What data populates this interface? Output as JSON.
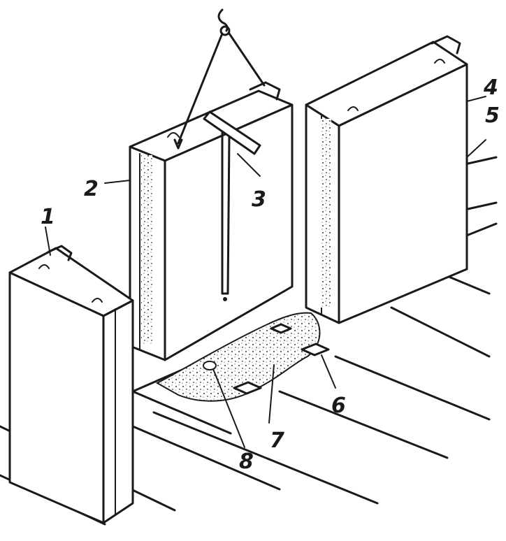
{
  "labels": {
    "n1": "1",
    "n2": "2",
    "n3": "3",
    "n4": "4",
    "n5": "5",
    "n6": "6",
    "n7": "7",
    "n8": "8"
  },
  "colors": {
    "ink": "#1a1a1a",
    "paper": "#ffffff"
  }
}
